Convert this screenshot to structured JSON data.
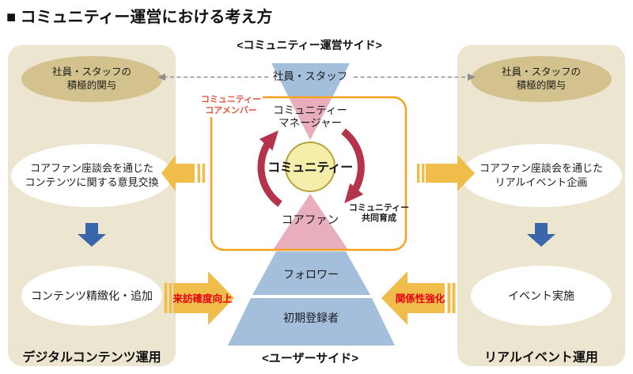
{
  "title": "■ コミュニティー運営における考え方",
  "colors": {
    "column_bg": "#ece6d1",
    "tan_ellipse": "#d3c28d",
    "blue_shape": "#a4bfdc",
    "pink_shape": "#e9aebc",
    "circle_fill": "#f5eeab",
    "circle_border": "#b8a23e",
    "red_arc": "#b5334b",
    "orange_border": "#f5a31e",
    "yellow_arrow": "#f0bd4a",
    "red_arrow_text": "#e60012",
    "red_label": "#e85540",
    "blue_down_arrow": "#3a67ac",
    "dashed_line": "#8f8f8f"
  },
  "left_column": {
    "top_ellipse": {
      "line1": "社員・スタッフの",
      "line2": "積極的関与"
    },
    "mid_ellipse": {
      "line1": "コアファン座談会を通じた",
      "line2": "コンテンツに関する意見交換"
    },
    "bottom_ellipse": "コンテンツ精緻化・追加",
    "footer": "デジタルコンテンツ運用"
  },
  "right_column": {
    "top_ellipse": {
      "line1": "社員・スタッフの",
      "line2": "積極的関与"
    },
    "mid_ellipse": {
      "line1": "コアファン座談会を通じた",
      "line2": "リアルイベント企画"
    },
    "bottom_ellipse": "イベント実施",
    "footer": "リアルイベント運用"
  },
  "center": {
    "top_heading": "<コミュニティー運営サイド>",
    "staff": "社員・スタッフ",
    "core_member_label": {
      "line1": "コミュニティー",
      "line2": "コアメンバー"
    },
    "manager": {
      "line1": "コミュニティー",
      "line2": "マネージャー"
    },
    "community_circle": "コミュニティー",
    "co_growth": {
      "line1": "コミュニティー",
      "line2": "共同育成"
    },
    "core_fan": "コアファン",
    "follower": "フォロワー",
    "initial_registrant": "初期登録者",
    "left_arrow_label": "来訪確度向上",
    "right_arrow_label": "関係性強化",
    "bottom_heading": "<ユーザーサイド>"
  }
}
